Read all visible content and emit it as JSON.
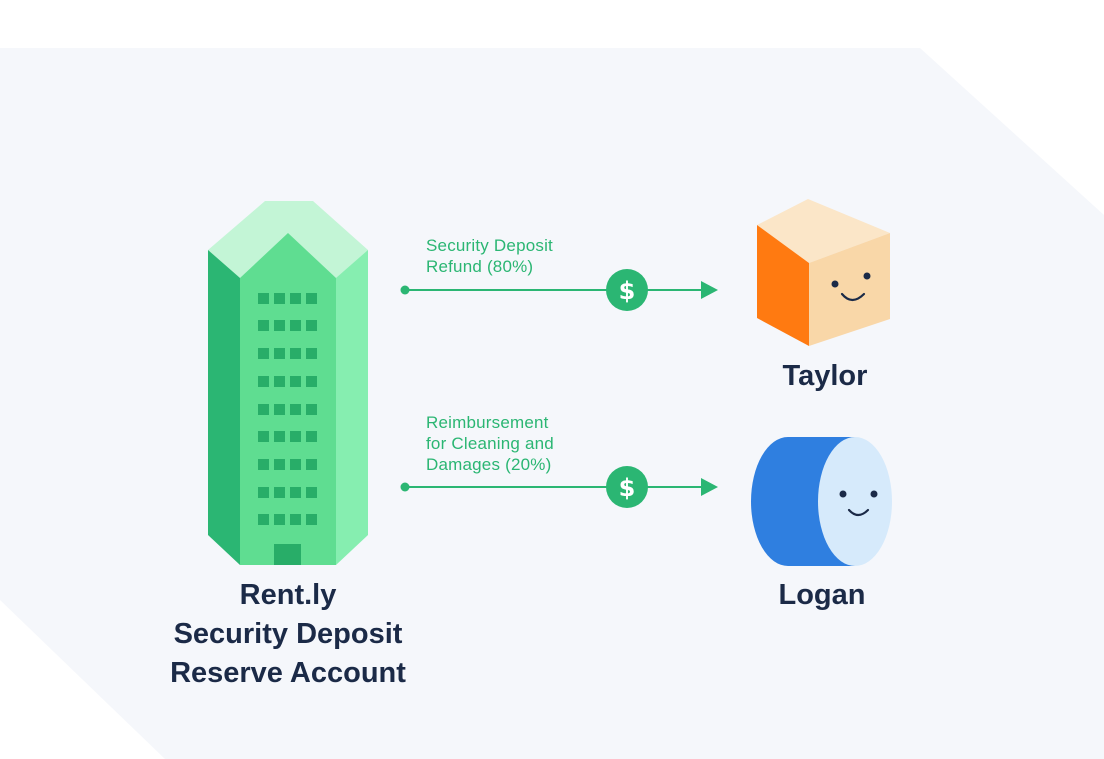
{
  "source": {
    "lines": [
      "Rent.ly",
      "Security Deposit",
      "Reserve Account"
    ]
  },
  "recipients": [
    {
      "name": "Taylor"
    },
    {
      "name": "Logan"
    }
  ],
  "flows": [
    {
      "label_lines": [
        "Security Deposit",
        "Refund (80%)"
      ],
      "to": "Taylor",
      "icon": "dollar-icon"
    },
    {
      "label_lines": [
        "Reimbursement",
        "for Cleaning and",
        "Damages (20%)"
      ],
      "to": "Logan",
      "icon": "dollar-icon"
    }
  ],
  "colors": {
    "accent_green": "#2bb673",
    "text_dark": "#1b2a47",
    "background": "#f5f7fb",
    "orange": "#ff7a11",
    "peach": "#f9d7a8",
    "blue": "#2f7fe0",
    "light_blue": "#d6eafb"
  }
}
